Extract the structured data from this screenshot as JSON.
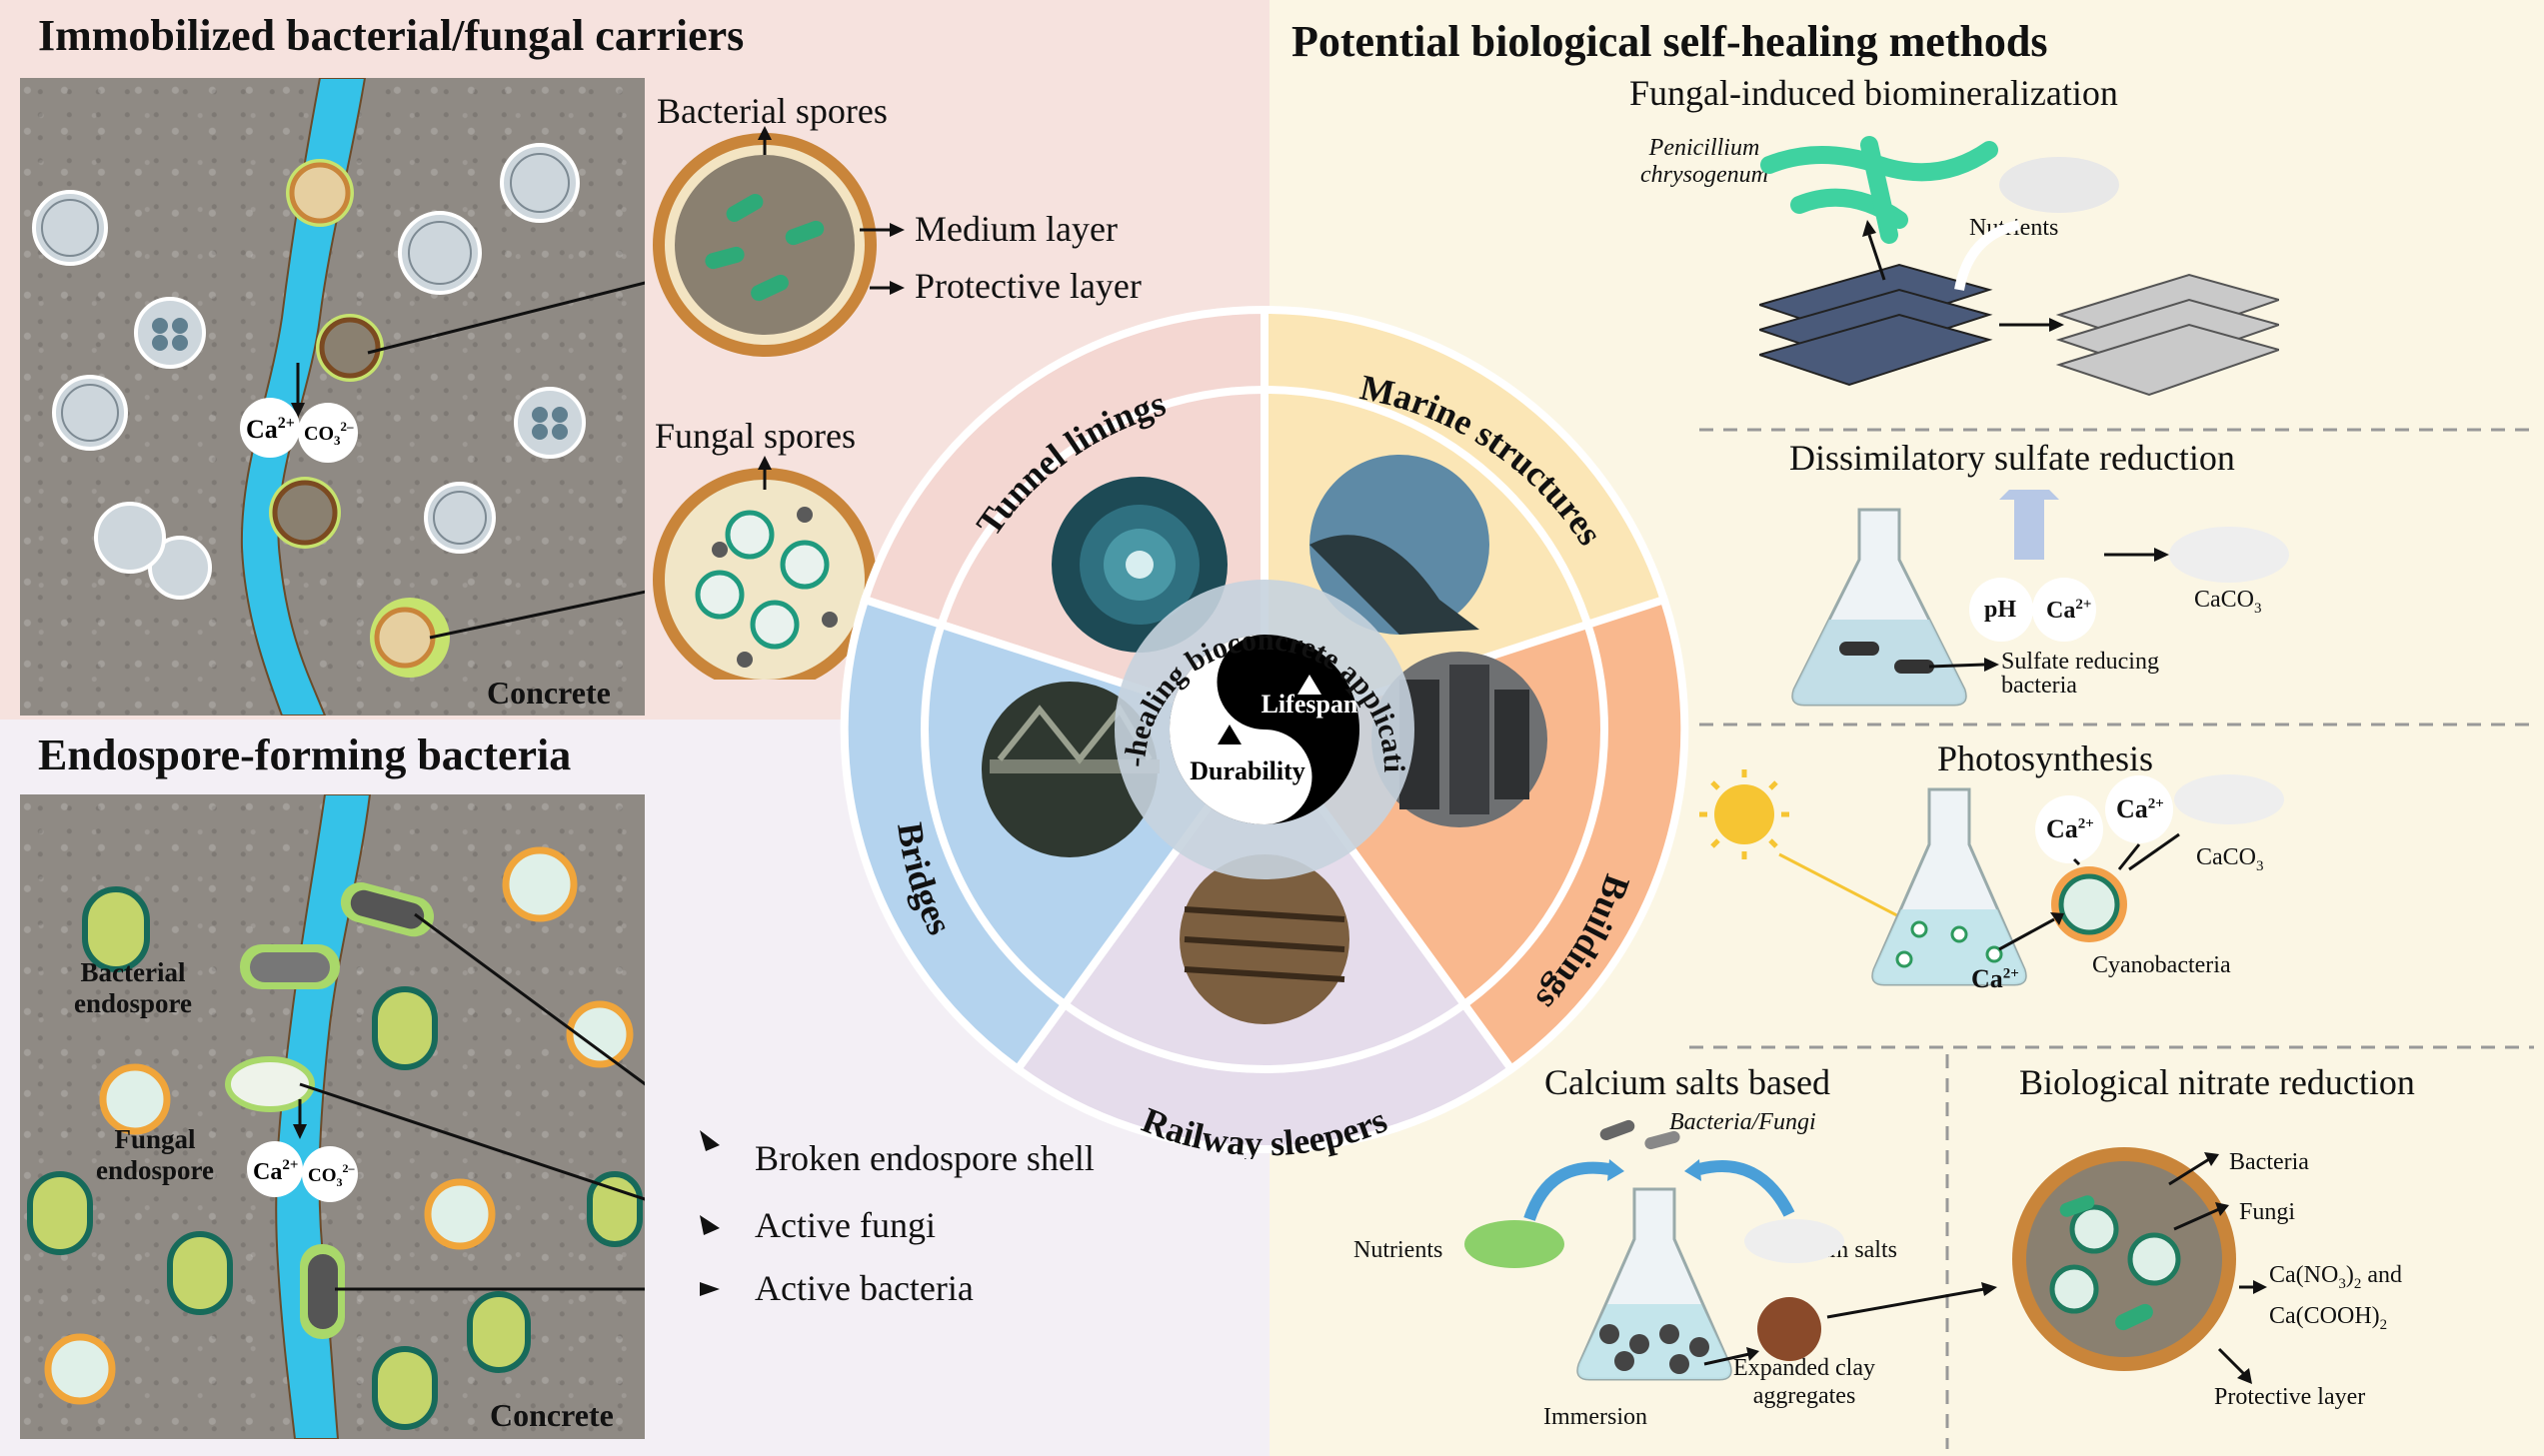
{
  "headings": {
    "immobilized": "Immobilized bacterial/fungal carriers",
    "endospore": "Endospore-forming bacteria",
    "potential": "Potential biological self-healing methods"
  },
  "carriers": {
    "bacterial_spores": "Bacterial spores",
    "medium_layer": "Medium layer",
    "protective_layer": "Protective layer",
    "fungal_spores": "Fungal spores",
    "concrete": "Concrete",
    "ca": "Ca",
    "ca_sup": "2+",
    "co3": "CO",
    "co3_sub": "3",
    "co3_sup": "2–"
  },
  "endospore": {
    "bacterial_endospore_1": "Bacterial",
    "bacterial_endospore_2": "endospore",
    "fungal_endospore_1": "Fungal",
    "fungal_endospore_2": "endospore",
    "broken_shell": "Broken endospore shell",
    "active_fungi": "Active fungi",
    "active_bacteria": "Active bacteria",
    "concrete": "Concrete"
  },
  "wheel": {
    "center_title": "Self-healing bioconcrete applications",
    "lifespan": "Lifespan",
    "durability": "Durability",
    "sectors": [
      "Tunnel linings",
      "Marine structures",
      "Buildings",
      "Railway sleepers",
      "Bridges"
    ]
  },
  "methods": {
    "fungal_title": "Fungal-induced biomineralization",
    "penicillium_1": "Penicillium",
    "penicillium_2": "chrysogenum",
    "nutrients": "Nutrients",
    "sulfate_title": "Dissimilatory sulfate reduction",
    "ph": "pH",
    "caco3": "CaCO",
    "caco3_sub": "3",
    "srb_1": "Sulfate reducing",
    "srb_2": "bacteria",
    "photo_title": "Photosynthesis",
    "cyanobacteria": "Cyanobacteria",
    "calcium_title": "Calcium salts based",
    "bacteria_fungi": "Bacteria/Fungi",
    "nutrients2": "Nutrients",
    "calcium_salts": "Calcium salts",
    "immersion": "Immersion",
    "clay_1": "Expanded clay",
    "clay_2": "aggregates",
    "nitrate_title": "Biological nitrate reduction",
    "bacteria": "Bacteria",
    "fungi": "Fungi",
    "cano3_a": "Ca(NO",
    "cano3_sub": "3",
    "cano3_b": ")",
    "cano3_sub2": "2",
    "cano3_c": " and",
    "cacooh_a": "Ca(COOH)",
    "cacooh_sub": "2",
    "protective_layer": "Protective layer"
  },
  "colors": {
    "pink": "#f6e2de",
    "lavender": "#f3eff5",
    "cream": "#fbf6e4",
    "crack": "#35c2e8",
    "tunnel": "#f4d7d2",
    "marine": "#fbe6b6",
    "buildings": "#f9b88e",
    "railway": "#e5dceb",
    "bridges": "#b4d3ee"
  }
}
